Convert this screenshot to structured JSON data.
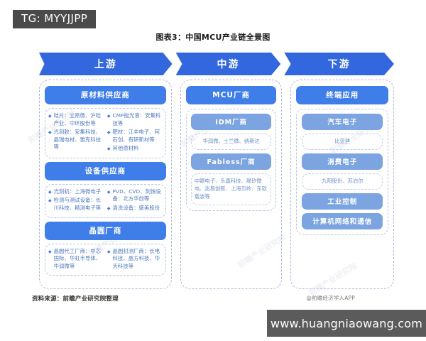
{
  "badge": {
    "label": "TG: MYYJJPP"
  },
  "title": "图表3：中国MCU产业链全景图",
  "arrows": [
    {
      "label": "上游"
    },
    {
      "label": "中游"
    },
    {
      "label": "下游"
    }
  ],
  "upstream": {
    "raw_materials": {
      "header": "原材料供应商",
      "left": [
        "硅片：立昂微、沪硅产业、中环股份等",
        "光刻胶：安集科技、晶瑞电材、雅克科技等"
      ],
      "right": [
        "CMP抛光液：安集科技等",
        "靶材：江丰电子、阿石创、有研新材等",
        "其他原材料"
      ]
    },
    "equipment": {
      "header": "设备供应商",
      "left": [
        "光刻机：上海微电子",
        "检测与测试设备：长川科技、精测电子等"
      ],
      "right": [
        "PVD、CVD、刻蚀设备：北方华创等",
        "清洗设备：盛美股份"
      ]
    },
    "wafer": {
      "header": "晶圆厂商",
      "left": [
        "晶圆代工厂商：中芯国际、华虹半导体、华润微等"
      ],
      "right": [
        "晶圆封测厂商：长电科技、晶方科技、华天科技等"
      ]
    }
  },
  "midstream": {
    "header": "MCU厂商",
    "groups": [
      {
        "label": "IDM厂商",
        "companies": "华润微、士兰微、纳斯达"
      },
      {
        "label": "Fabless厂商",
        "companies": "中颖电子、乐鑫科技、晟矽微电、兆易创新、上海贝岭、东软载波等"
      }
    ]
  },
  "downstream": {
    "header": "终端应用",
    "groups": [
      {
        "label": "汽车电子",
        "companies": "比亚迪"
      },
      {
        "label": "消费电子",
        "companies": "九阳股份、苏泊尔"
      },
      {
        "label": "工业控制",
        "companies": ""
      },
      {
        "label": "计算机网络和通信",
        "companies": ""
      }
    ]
  },
  "footer": {
    "source": "资料来源：前瞻产业研究院整理",
    "app": "@前瞻经济学人APP",
    "watermark_url": "www.huangniaowang.com",
    "watermark_text": "前瞻产业研究院"
  },
  "colors": {
    "arrow_blue": "#3267de",
    "pill_blue": "#3f7de8",
    "pill_light_blue": "#7ba4e0",
    "text_blue": "#4e78bd",
    "dash_border": "#b9c4dd",
    "badge_gray": "#4a4a4a",
    "watermark_gray": "#5b5b5b"
  }
}
